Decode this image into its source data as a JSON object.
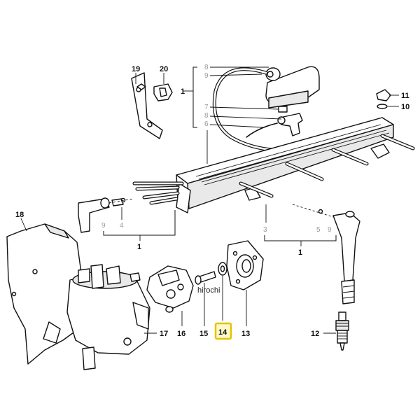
{
  "diagram": {
    "callouts": {
      "c19": "19",
      "c20": "20",
      "c1_top": "1",
      "c11": "11",
      "c10": "10",
      "c18": "18",
      "c1_left": "1",
      "c1_right": "1",
      "c17": "17",
      "c16": "16",
      "c15": "15",
      "c14": "14",
      "c13": "13",
      "c12": "12"
    },
    "faint_refs": {
      "t8a": "8",
      "t9a": "9",
      "t7": "7",
      "t8b": "8",
      "t6": "6",
      "l9": "9",
      "l4": "4",
      "r3": "3",
      "r5": "5",
      "r9": "9"
    },
    "watermark": "hirochi",
    "highlighted_part": "14",
    "colors": {
      "highlight_border": "#e3c400",
      "highlight_fill": "#fff8c8",
      "line": "#111111"
    }
  }
}
